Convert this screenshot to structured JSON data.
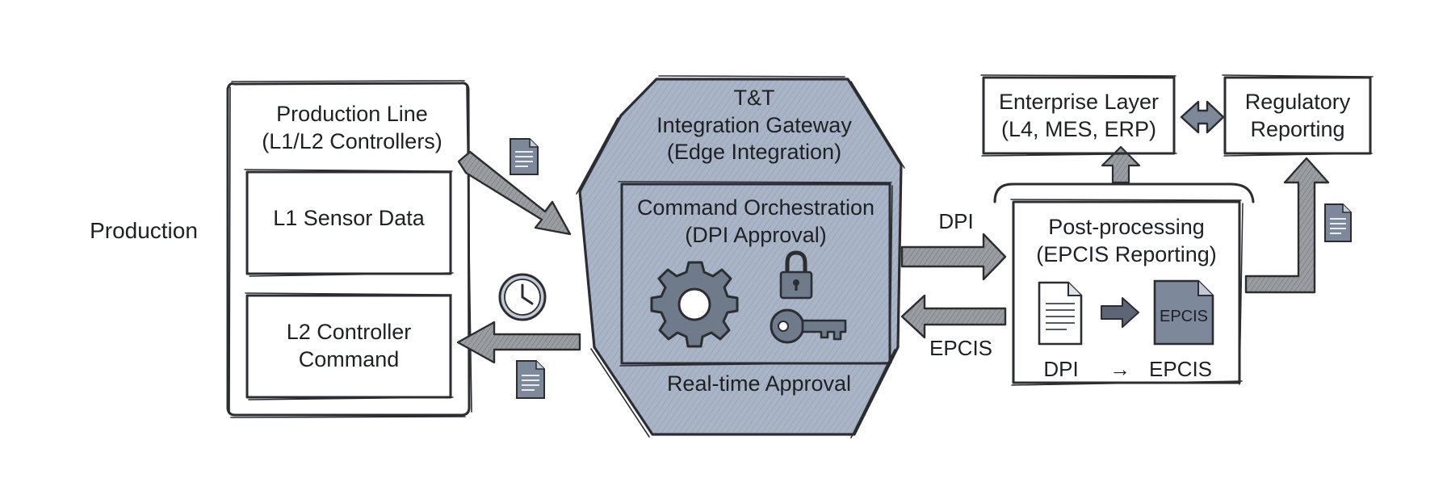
{
  "production_label": "Production",
  "production_line": {
    "title_line1": "Production Line",
    "title_line2": "(L1/L2 Controllers)",
    "sensor_box": "L1 Sensor Data",
    "controller_box_line1": "L2 Controller",
    "controller_box_line2": "Command"
  },
  "gateway": {
    "title_line1": "T&T",
    "title_line2": "Integration Gateway",
    "title_line3": "(Edge Integration)",
    "inner_line1": "Command Orchestration",
    "inner_line2": "(DPI Approval)",
    "footer": "Real-time Approval"
  },
  "flows": {
    "dpi_label": "DPI",
    "epcis_label": "EPCIS"
  },
  "post_processing": {
    "title_line1": "Post-processing",
    "title_line2": "(EPCIS Reporting)",
    "doc_badge": "EPCIS",
    "caption_from": "DPI",
    "caption_arrow": "→",
    "caption_to": "EPCIS"
  },
  "enterprise": {
    "line1": "Enterprise Layer",
    "line2": "(L4, MES, ERP)"
  },
  "regulatory": {
    "line1": "Regulatory",
    "line2": "Reporting"
  },
  "colors": {
    "ink": "#2b2d31",
    "gateway_fill": "#a9b5c6",
    "arrow_fill": "#8b8e92",
    "icon_fill": "#6f7a8b",
    "doc_fill": "#7d889a"
  },
  "icons": [
    "document-icon",
    "clock-icon",
    "gear-icon",
    "padlock-icon",
    "key-icon",
    "epcis-document-icon"
  ]
}
